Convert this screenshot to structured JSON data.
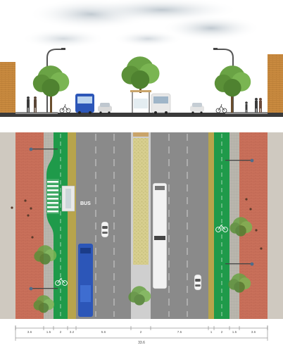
{
  "plan": {
    "bus_lane_marking": "BUS"
  },
  "dimensions": {
    "segments": [
      "3.6",
      "1.5",
      "2",
      "3.2",
      "5.6",
      "2",
      "7.5",
      "1",
      "2",
      "1.5",
      "3.6"
    ],
    "total": "33.6"
  },
  "colors": {
    "sky": "#dfe6ec",
    "brick_sidewalk": "#c9705a",
    "bike_lane": "#1f9a4a",
    "road": "#8a8a8a",
    "median": "#d8cf8f",
    "building": "#c98a3f",
    "bus": "#2c56b8",
    "tree": "#6aa345"
  },
  "icons": [
    "streetlight-icon",
    "tree-icon",
    "bus-icon",
    "car-icon",
    "bicycle-icon",
    "pedestrian-icon",
    "crosswalk-icon",
    "bus-stop-icon"
  ]
}
